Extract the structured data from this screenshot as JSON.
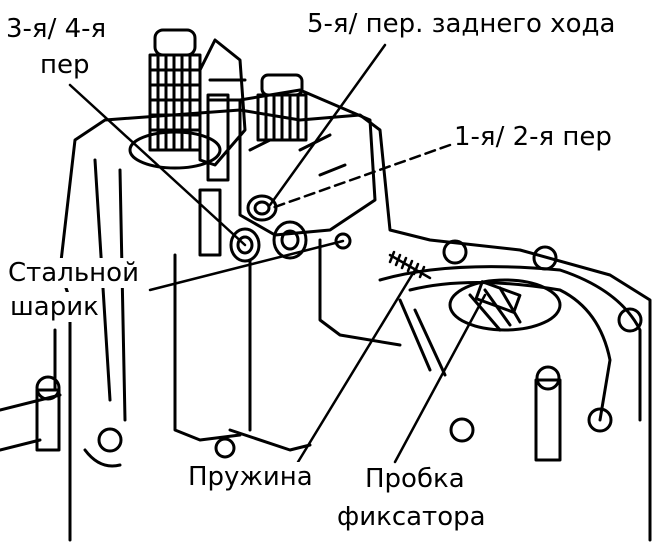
{
  "labels": {
    "gear34_line1": "3-я/ 4-я",
    "gear34_line2": "пер",
    "gear5r": "5-я/ пер. заднего хода",
    "gear12": "1-я/ 2-я пер",
    "ball_line1": "Стальной",
    "ball_line2": "шарик",
    "spring": "Пружина",
    "plug_line1": "Пробка",
    "plug_line2": "фиксатора"
  },
  "colors": {
    "ink": "#000000",
    "paper": "#ffffff"
  }
}
